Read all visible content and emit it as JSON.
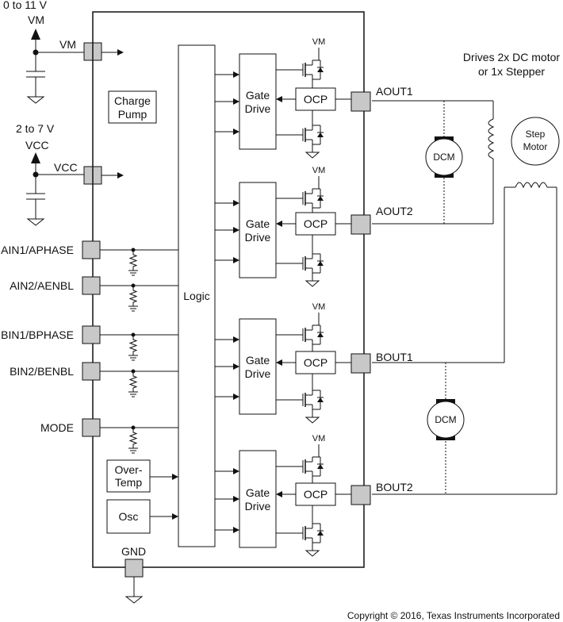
{
  "supply": {
    "vm_range": "0 to 11 V",
    "vm_label": "VM",
    "vcc_range": "2 to 7 V",
    "vcc_label": "VCC"
  },
  "pins": {
    "vm": "VM",
    "vcc": "VCC",
    "ain1": "AIN1/APHASE",
    "ain2": "AIN2/AENBL",
    "bin1": "BIN1/BPHASE",
    "bin2": "BIN2/BENBL",
    "mode": "MODE",
    "gnd": "GND",
    "aout1": "AOUT1",
    "aout2": "AOUT2",
    "bout1": "BOUT1",
    "bout2": "BOUT2"
  },
  "blocks": {
    "charge_pump": [
      "Charge",
      "Pump"
    ],
    "logic": "Logic",
    "gate_drive": [
      "Gate",
      "Drive"
    ],
    "ocp": "OCP",
    "over_temp": [
      "Over-",
      "Temp"
    ],
    "osc": "Osc",
    "vm_tag": "VM"
  },
  "motors": {
    "drives_note": [
      "Drives 2x DC motor",
      "or 1x Stepper"
    ],
    "dcm": "DCM",
    "step_motor": [
      "Step",
      "Motor"
    ]
  },
  "copyright": "Copyright © 2016, Texas Instruments Incorporated"
}
